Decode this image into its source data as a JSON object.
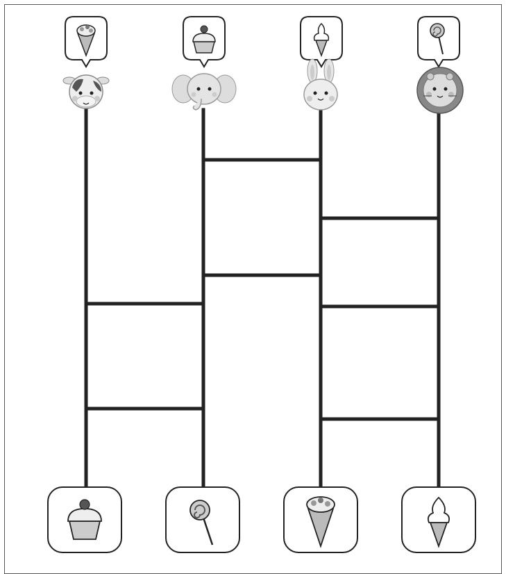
{
  "puzzle": {
    "type": "amida-kuji",
    "animals": [
      {
        "name": "cow",
        "icon": "cow-face-icon",
        "treat": "crepe-icon"
      },
      {
        "name": "elephant",
        "icon": "elephant-face-icon",
        "treat": "cupcake-icon"
      },
      {
        "name": "rabbit",
        "icon": "rabbit-face-icon",
        "treat": "soft-serve-icon"
      },
      {
        "name": "lion",
        "icon": "lion-face-icon",
        "treat": "lollipop-icon"
      }
    ],
    "bottom_treats": [
      "cupcake-icon",
      "lollipop-icon",
      "crepe-icon",
      "soft-serve-icon"
    ],
    "rungs": [
      {
        "between": [
          2,
          3
        ],
        "level": 1
      },
      {
        "between": [
          3,
          4
        ],
        "level": 2
      },
      {
        "between": [
          2,
          3
        ],
        "level": 3
      },
      {
        "between": [
          1,
          2
        ],
        "level": 4
      },
      {
        "between": [
          3,
          4
        ],
        "level": 5
      },
      {
        "between": [
          1,
          2
        ],
        "level": 6
      },
      {
        "between": [
          3,
          4
        ],
        "level": 7
      }
    ],
    "colors": {
      "line": "#222222",
      "gray_light": "#dcdcdc",
      "gray_mid": "#b5b5b5",
      "gray_dark": "#777777"
    }
  }
}
